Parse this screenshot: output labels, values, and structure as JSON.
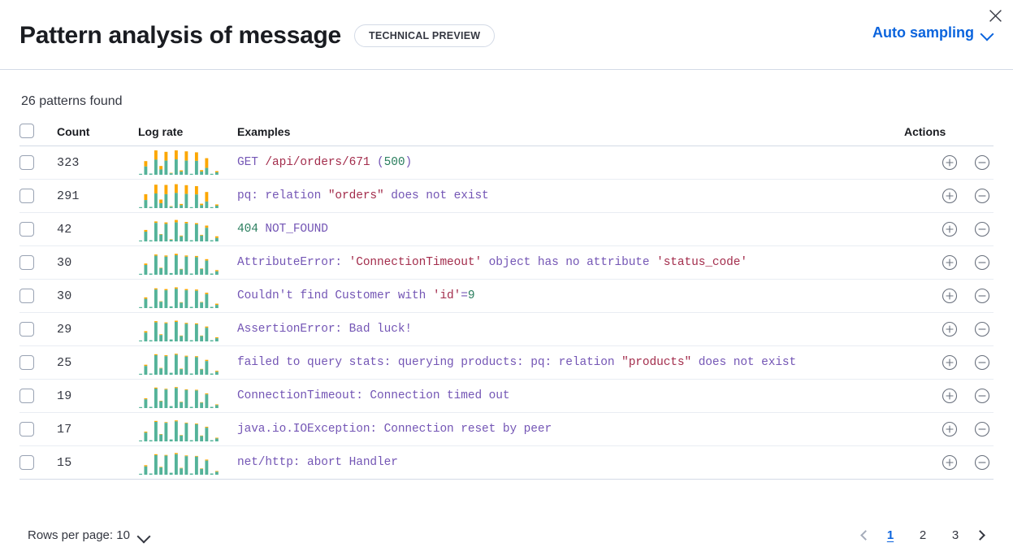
{
  "header": {
    "title": "Pattern analysis of message",
    "badge": "TECHNICAL PREVIEW",
    "sampling_label": "Auto sampling",
    "sampling_icon": "chevron-down-icon",
    "close_icon": "close-icon"
  },
  "summary": {
    "patterns_found": "26 patterns found"
  },
  "colors": {
    "accent_blue": "#0b64dd",
    "bar_base": "#54b399",
    "bar_highlight": "#fca700",
    "token_default": "#7456b5",
    "token_string": "#a32d4c",
    "token_number": "#2a7e5e",
    "border": "#d3dae6"
  },
  "table": {
    "columns": [
      "",
      "Count",
      "Log rate",
      "Examples",
      "Actions"
    ],
    "select_all_name": "select-all-checkbox",
    "rows": [
      {
        "count": "323",
        "example": "GET /api/orders/671 (500)",
        "tokens": [
          {
            "t": "GET ",
            "c": "tok-default"
          },
          {
            "t": "/api/orders/671",
            "c": "tok-str"
          },
          {
            "t": " (",
            "c": "tok-punct"
          },
          {
            "t": "500",
            "c": "tok-num"
          },
          {
            "t": ")",
            "c": "tok-punct"
          }
        ],
        "bars": [
          {
            "b": 0.04,
            "h": 0.0
          },
          {
            "b": 0.34,
            "h": 0.22
          },
          {
            "b": 0.05,
            "h": 0.0
          },
          {
            "b": 0.62,
            "h": 0.38
          },
          {
            "b": 0.22,
            "h": 0.14
          },
          {
            "b": 0.58,
            "h": 0.36
          },
          {
            "b": 0.06,
            "h": 0.02
          },
          {
            "b": 0.63,
            "h": 0.37
          },
          {
            "b": 0.13,
            "h": 0.05
          },
          {
            "b": 0.58,
            "h": 0.38
          },
          {
            "b": 0.04,
            "h": 0.0
          },
          {
            "b": 0.57,
            "h": 0.35
          },
          {
            "b": 0.13,
            "h": 0.06
          },
          {
            "b": 0.28,
            "h": 0.4
          },
          {
            "b": 0.04,
            "h": 0.0
          },
          {
            "b": 0.1,
            "h": 0.05
          }
        ]
      },
      {
        "count": "291",
        "example": "pq: relation \"orders\" does not exist",
        "tokens": [
          {
            "t": "pq: relation ",
            "c": "tok-default"
          },
          {
            "t": "\"orders\"",
            "c": "tok-str"
          },
          {
            "t": " does not exist",
            "c": "tok-default"
          }
        ],
        "bars": [
          {
            "b": 0.04,
            "h": 0.0
          },
          {
            "b": 0.33,
            "h": 0.24
          },
          {
            "b": 0.05,
            "h": 0.0
          },
          {
            "b": 0.6,
            "h": 0.36
          },
          {
            "b": 0.2,
            "h": 0.15
          },
          {
            "b": 0.57,
            "h": 0.38
          },
          {
            "b": 0.06,
            "h": 0.02
          },
          {
            "b": 0.62,
            "h": 0.36
          },
          {
            "b": 0.12,
            "h": 0.05
          },
          {
            "b": 0.58,
            "h": 0.36
          },
          {
            "b": 0.04,
            "h": 0.0
          },
          {
            "b": 0.56,
            "h": 0.34
          },
          {
            "b": 0.12,
            "h": 0.06
          },
          {
            "b": 0.27,
            "h": 0.39
          },
          {
            "b": 0.04,
            "h": 0.0
          },
          {
            "b": 0.1,
            "h": 0.05
          }
        ]
      },
      {
        "count": "42",
        "example": "404 NOT_FOUND",
        "tokens": [
          {
            "t": "404",
            "c": "tok-num"
          },
          {
            "t": " NOT_FOUND",
            "c": "tok-default"
          }
        ],
        "bars": [
          {
            "b": 0.04,
            "h": 0.0
          },
          {
            "b": 0.4,
            "h": 0.07
          },
          {
            "b": 0.05,
            "h": 0.0
          },
          {
            "b": 0.76,
            "h": 0.06
          },
          {
            "b": 0.28,
            "h": 0.02
          },
          {
            "b": 0.72,
            "h": 0.06
          },
          {
            "b": 0.07,
            "h": 0.02
          },
          {
            "b": 0.78,
            "h": 0.1
          },
          {
            "b": 0.21,
            "h": 0.03
          },
          {
            "b": 0.74,
            "h": 0.06
          },
          {
            "b": 0.05,
            "h": 0.0
          },
          {
            "b": 0.7,
            "h": 0.05
          },
          {
            "b": 0.24,
            "h": 0.03
          },
          {
            "b": 0.56,
            "h": 0.09
          },
          {
            "b": 0.05,
            "h": 0.0
          },
          {
            "b": 0.14,
            "h": 0.07
          }
        ]
      },
      {
        "count": "30",
        "example": "AttributeError: 'ConnectionTimeout' object has no attribute 'status_code'",
        "tokens": [
          {
            "t": "AttributeError: ",
            "c": "tok-default"
          },
          {
            "t": "'ConnectionTimeout'",
            "c": "tok-str"
          },
          {
            "t": " object has no attribute ",
            "c": "tok-default"
          },
          {
            "t": "'status_code'",
            "c": "tok-str"
          }
        ],
        "bars": [
          {
            "b": 0.04,
            "h": 0.0
          },
          {
            "b": 0.4,
            "h": 0.06
          },
          {
            "b": 0.05,
            "h": 0.0
          },
          {
            "b": 0.78,
            "h": 0.05
          },
          {
            "b": 0.27,
            "h": 0.02
          },
          {
            "b": 0.74,
            "h": 0.05
          },
          {
            "b": 0.07,
            "h": 0.01
          },
          {
            "b": 0.8,
            "h": 0.06
          },
          {
            "b": 0.22,
            "h": 0.02
          },
          {
            "b": 0.74,
            "h": 0.05
          },
          {
            "b": 0.05,
            "h": 0.0
          },
          {
            "b": 0.72,
            "h": 0.05
          },
          {
            "b": 0.24,
            "h": 0.02
          },
          {
            "b": 0.58,
            "h": 0.06
          },
          {
            "b": 0.05,
            "h": 0.0
          },
          {
            "b": 0.14,
            "h": 0.05
          }
        ]
      },
      {
        "count": "30",
        "example": "Couldn't find Customer with 'id'=9",
        "tokens": [
          {
            "t": "Couldn't find Customer with ",
            "c": "tok-default"
          },
          {
            "t": "'id'",
            "c": "tok-str"
          },
          {
            "t": "=",
            "c": "tok-punct"
          },
          {
            "t": "9",
            "c": "tok-num"
          }
        ],
        "bars": [
          {
            "b": 0.04,
            "h": 0.0
          },
          {
            "b": 0.38,
            "h": 0.06
          },
          {
            "b": 0.05,
            "h": 0.0
          },
          {
            "b": 0.76,
            "h": 0.05
          },
          {
            "b": 0.26,
            "h": 0.02
          },
          {
            "b": 0.73,
            "h": 0.05
          },
          {
            "b": 0.07,
            "h": 0.01
          },
          {
            "b": 0.79,
            "h": 0.06
          },
          {
            "b": 0.22,
            "h": 0.02
          },
          {
            "b": 0.73,
            "h": 0.05
          },
          {
            "b": 0.05,
            "h": 0.0
          },
          {
            "b": 0.71,
            "h": 0.05
          },
          {
            "b": 0.23,
            "h": 0.02
          },
          {
            "b": 0.57,
            "h": 0.06
          },
          {
            "b": 0.05,
            "h": 0.0
          },
          {
            "b": 0.13,
            "h": 0.05
          }
        ]
      },
      {
        "count": "29",
        "example": "AssertionError: Bad luck!",
        "tokens": [
          {
            "t": "AssertionError: Bad luck!",
            "c": "tok-default"
          }
        ],
        "bars": [
          {
            "b": 0.04,
            "h": 0.0
          },
          {
            "b": 0.36,
            "h": 0.06
          },
          {
            "b": 0.05,
            "h": 0.0
          },
          {
            "b": 0.78,
            "h": 0.05
          },
          {
            "b": 0.26,
            "h": 0.03
          },
          {
            "b": 0.74,
            "h": 0.04
          },
          {
            "b": 0.08,
            "h": 0.01
          },
          {
            "b": 0.8,
            "h": 0.05
          },
          {
            "b": 0.22,
            "h": 0.02
          },
          {
            "b": 0.72,
            "h": 0.04
          },
          {
            "b": 0.05,
            "h": 0.0
          },
          {
            "b": 0.7,
            "h": 0.04
          },
          {
            "b": 0.22,
            "h": 0.02
          },
          {
            "b": 0.56,
            "h": 0.05
          },
          {
            "b": 0.05,
            "h": 0.0
          },
          {
            "b": 0.13,
            "h": 0.04
          }
        ]
      },
      {
        "count": "25",
        "example": "failed to query stats: querying products: pq: relation \"products\" does not exist",
        "tokens": [
          {
            "t": "failed to query stats: querying products: pq: relation ",
            "c": "tok-default"
          },
          {
            "t": "\"products\"",
            "c": "tok-str"
          },
          {
            "t": " does not exist",
            "c": "tok-default"
          }
        ],
        "bars": [
          {
            "b": 0.04,
            "h": 0.0
          },
          {
            "b": 0.36,
            "h": 0.05
          },
          {
            "b": 0.05,
            "h": 0.0
          },
          {
            "b": 0.8,
            "h": 0.04
          },
          {
            "b": 0.26,
            "h": 0.02
          },
          {
            "b": 0.76,
            "h": 0.04
          },
          {
            "b": 0.08,
            "h": 0.01
          },
          {
            "b": 0.82,
            "h": 0.04
          },
          {
            "b": 0.23,
            "h": 0.02
          },
          {
            "b": 0.74,
            "h": 0.04
          },
          {
            "b": 0.05,
            "h": 0.0
          },
          {
            "b": 0.72,
            "h": 0.04
          },
          {
            "b": 0.22,
            "h": 0.02
          },
          {
            "b": 0.56,
            "h": 0.05
          },
          {
            "b": 0.05,
            "h": 0.0
          },
          {
            "b": 0.12,
            "h": 0.04
          }
        ]
      },
      {
        "count": "19",
        "example": "ConnectionTimeout: Connection timed out",
        "tokens": [
          {
            "t": "ConnectionTimeout: Connection timed out",
            "c": "tok-default"
          }
        ],
        "bars": [
          {
            "b": 0.04,
            "h": 0.0
          },
          {
            "b": 0.36,
            "h": 0.04
          },
          {
            "b": 0.05,
            "h": 0.0
          },
          {
            "b": 0.8,
            "h": 0.04
          },
          {
            "b": 0.28,
            "h": 0.02
          },
          {
            "b": 0.76,
            "h": 0.03
          },
          {
            "b": 0.08,
            "h": 0.01
          },
          {
            "b": 0.82,
            "h": 0.04
          },
          {
            "b": 0.24,
            "h": 0.02
          },
          {
            "b": 0.74,
            "h": 0.03
          },
          {
            "b": 0.05,
            "h": 0.0
          },
          {
            "b": 0.72,
            "h": 0.03
          },
          {
            "b": 0.22,
            "h": 0.02
          },
          {
            "b": 0.56,
            "h": 0.04
          },
          {
            "b": 0.05,
            "h": 0.0
          },
          {
            "b": 0.12,
            "h": 0.03
          }
        ]
      },
      {
        "count": "17",
        "example": "java.io.IOException: Connection reset by peer",
        "tokens": [
          {
            "t": "java.io.IOException: Connection reset by peer",
            "c": "tok-default"
          }
        ],
        "bars": [
          {
            "b": 0.04,
            "h": 0.0
          },
          {
            "b": 0.36,
            "h": 0.04
          },
          {
            "b": 0.05,
            "h": 0.0
          },
          {
            "b": 0.8,
            "h": 0.04
          },
          {
            "b": 0.28,
            "h": 0.02
          },
          {
            "b": 0.76,
            "h": 0.03
          },
          {
            "b": 0.08,
            "h": 0.01
          },
          {
            "b": 0.82,
            "h": 0.04
          },
          {
            "b": 0.24,
            "h": 0.02
          },
          {
            "b": 0.74,
            "h": 0.03
          },
          {
            "b": 0.05,
            "h": 0.0
          },
          {
            "b": 0.7,
            "h": 0.03
          },
          {
            "b": 0.22,
            "h": 0.02
          },
          {
            "b": 0.56,
            "h": 0.04
          },
          {
            "b": 0.05,
            "h": 0.0
          },
          {
            "b": 0.12,
            "h": 0.03
          }
        ]
      },
      {
        "count": "15",
        "example": "net/http: abort Handler",
        "tokens": [
          {
            "t": "net/http: abort Handler",
            "c": "tok-default"
          }
        ],
        "bars": [
          {
            "b": 0.04,
            "h": 0.0
          },
          {
            "b": 0.34,
            "h": 0.05
          },
          {
            "b": 0.05,
            "h": 0.0
          },
          {
            "b": 0.8,
            "h": 0.04
          },
          {
            "b": 0.3,
            "h": 0.02
          },
          {
            "b": 0.78,
            "h": 0.03
          },
          {
            "b": 0.08,
            "h": 0.01
          },
          {
            "b": 0.84,
            "h": 0.05
          },
          {
            "b": 0.26,
            "h": 0.02
          },
          {
            "b": 0.76,
            "h": 0.03
          },
          {
            "b": 0.05,
            "h": 0.0
          },
          {
            "b": 0.74,
            "h": 0.03
          },
          {
            "b": 0.24,
            "h": 0.02
          },
          {
            "b": 0.58,
            "h": 0.04
          },
          {
            "b": 0.05,
            "h": 0.0
          },
          {
            "b": 0.12,
            "h": 0.03
          }
        ]
      }
    ],
    "row_action_add": "add-filter-icon",
    "row_action_remove": "remove-filter-icon"
  },
  "footer": {
    "rows_per_page_label": "Rows per page: 10",
    "prev_label": "‹",
    "next_label": "›",
    "pages": [
      "1",
      "2",
      "3"
    ],
    "active_page": "1"
  }
}
